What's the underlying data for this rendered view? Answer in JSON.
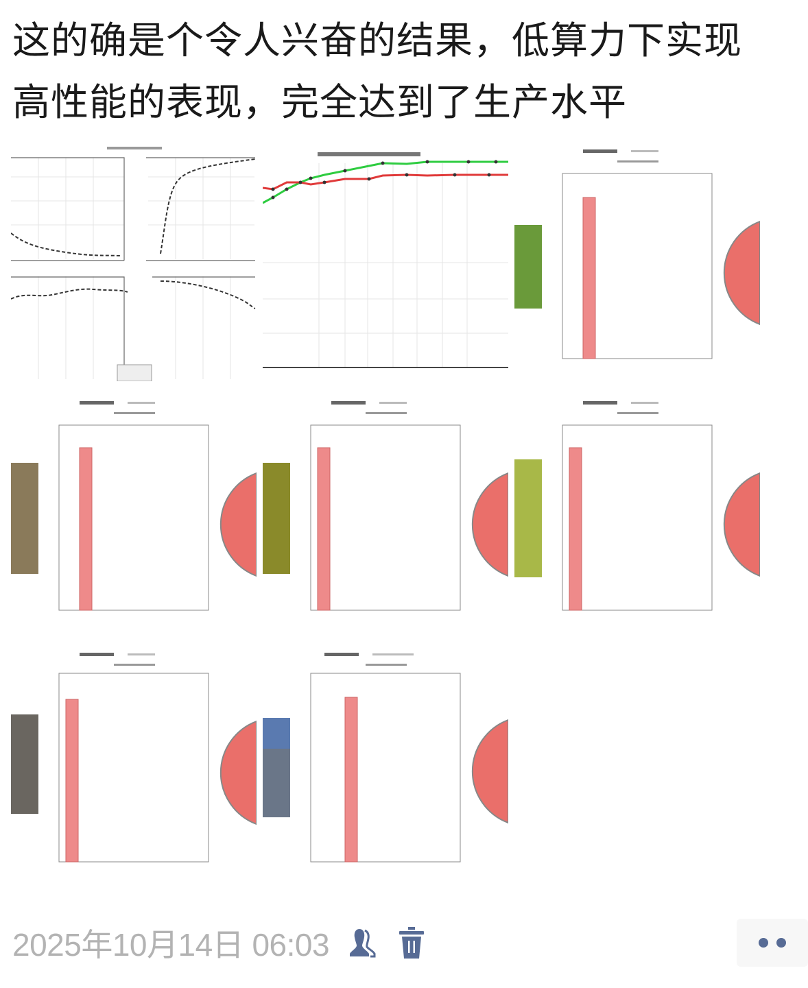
{
  "post": {
    "text_line1": "这的确是个令人兴奋的结果，低算力下实现",
    "text_line2": "高性能的表现，完全达到了生产水平"
  },
  "images": [
    {
      "index": 1,
      "kind": "chart",
      "description": "four-panel training curves figure"
    },
    {
      "index": 2,
      "kind": "chart",
      "description": "line chart with green and red series"
    },
    {
      "index": 3,
      "kind": "chart",
      "description": "prediction result: thumbnail + bar chart + pie",
      "thumb_color": "#6a9a3a"
    },
    {
      "index": 4,
      "kind": "chart",
      "description": "prediction result: thumbnail + bar chart + pie",
      "thumb_color": "#8a7a5a"
    },
    {
      "index": 5,
      "kind": "chart",
      "description": "prediction result: thumbnail + bar chart + pie",
      "thumb_color": "#8a8a2a"
    },
    {
      "index": 6,
      "kind": "chart",
      "description": "prediction result: thumbnail + bar chart + pie",
      "thumb_color": "#a8b848"
    },
    {
      "index": 7,
      "kind": "chart",
      "description": "prediction result: thumbnail + bar chart + pie",
      "thumb_color": "#6a6660"
    },
    {
      "index": 8,
      "kind": "chart",
      "description": "prediction result: thumbnail + bar chart + pie",
      "thumb_color": "#6a7688"
    }
  ],
  "colors": {
    "bar": "#ee8a8a",
    "pie": "#ea6f6a",
    "series_green": "#2ecc40",
    "series_red": "#e03a3a",
    "accent": "#576b95",
    "timestamp": "#b3b3b3"
  },
  "footer": {
    "timestamp": "2025年10月14日 06:03",
    "visibility_icon": "friends-icon",
    "delete_icon": "trash-icon",
    "more_icon": "more-dots-icon"
  }
}
